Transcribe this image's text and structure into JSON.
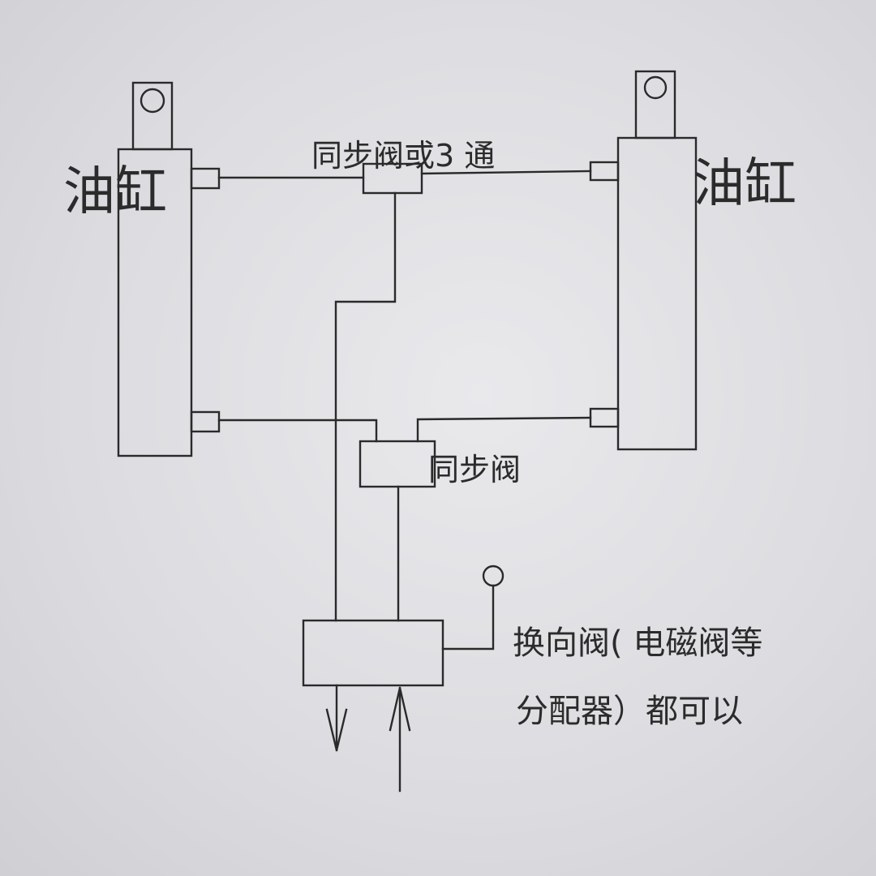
{
  "labels": {
    "left_cylinder": "油缸",
    "right_cylinder": "油缸",
    "top_valve": "同步阀或3 通",
    "middle_valve": "同步阀",
    "reversing_valve_line1": "换向阀( 电磁阀等",
    "reversing_valve_line2": "分配器）都可以"
  }
}
